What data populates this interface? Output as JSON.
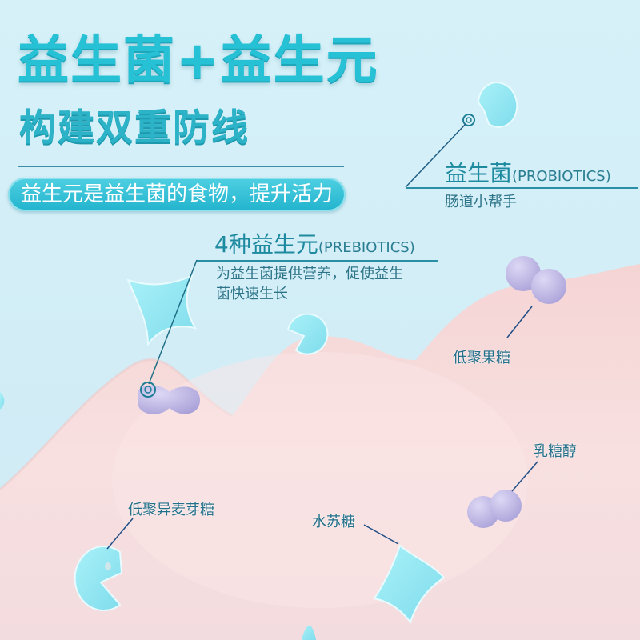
{
  "headline": {
    "line1": "益生菌+益生元",
    "line2": "构建双重防线"
  },
  "banner": {
    "text": "益生元是益生菌的食物，提升活力"
  },
  "probiotics": {
    "title_zh": "益生菌",
    "title_en": "(PROBIOTICS)",
    "description": "肠道小帮手"
  },
  "prebiotics": {
    "title_zh": "4种益生元",
    "title_en": "(PREBIOTICS)",
    "description_line1": "为益生菌提供营养，促使益生",
    "description_line2": "菌快速生长"
  },
  "ingredients": [
    {
      "name": "低聚果糖",
      "shape": "dumbbell"
    },
    {
      "name": "乳糖醇",
      "shape": "dumbbell"
    },
    {
      "name": "低聚异麦芽糖",
      "shape": "pacman"
    },
    {
      "name": "水苏糖",
      "shape": "four-point-star"
    }
  ],
  "colors": {
    "accent": "#27c1d6",
    "sky": "#d6f1f8",
    "ground": "#f7dcdc",
    "molecule": "#bdb6e6",
    "bacteria": "#8fe4f2",
    "line": "#1f5f86"
  }
}
